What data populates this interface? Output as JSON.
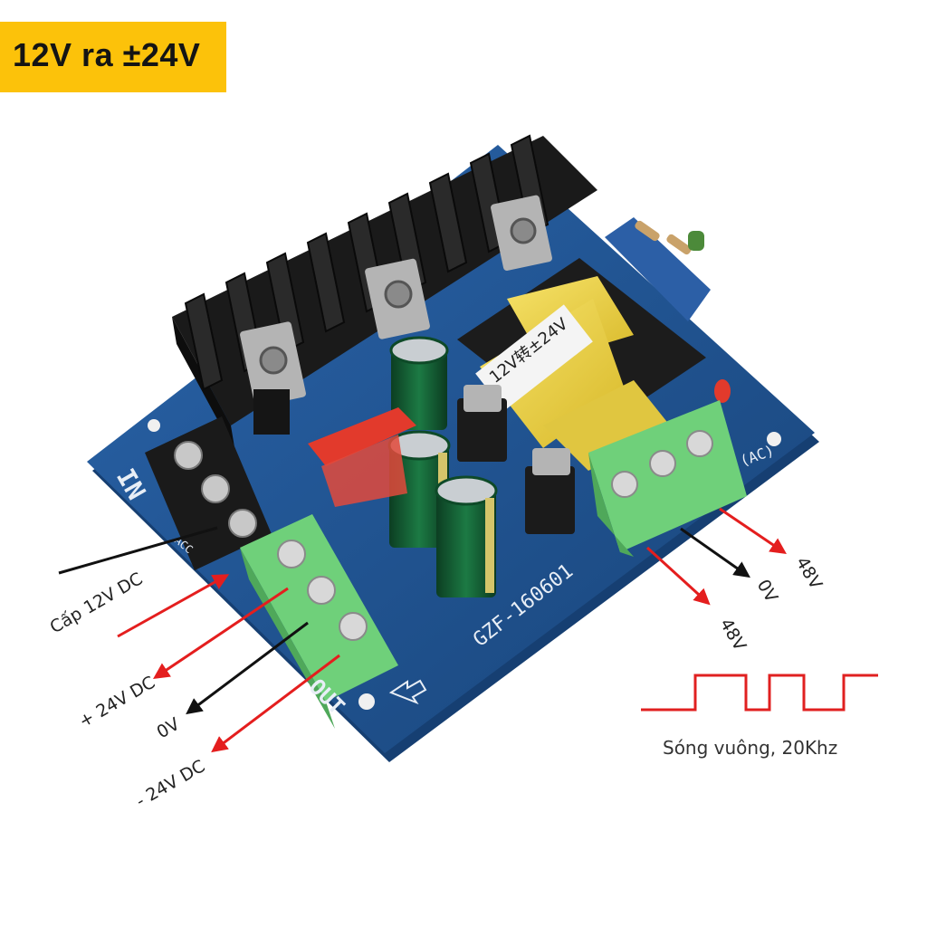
{
  "banner": {
    "title": "12V ra ±24V",
    "background": "#fcc20a"
  },
  "board": {
    "model": "GZF-160601",
    "transformer_label": "12V转±24V",
    "silkscreen": {
      "in": "IN",
      "acc": "ACC",
      "plus": "+",
      "out": "OUT",
      "ac": "(AC)"
    },
    "pcb_color": "#1e4f8f",
    "terminal_color": "#6fd07a"
  },
  "annotations": {
    "input": "Cấp 12V DC",
    "plus24": "+ 24V DC",
    "zero_left": "0V",
    "minus24": "- 24V DC",
    "ac_48_a": "48V",
    "ac_0v": "0V",
    "ac_48_b": "48V"
  },
  "waveform": {
    "caption": "Sóng vuông, 20Khz",
    "color": "#e02020"
  },
  "colors": {
    "red_arrow": "#e41e1e",
    "black_arrow": "#111111"
  }
}
